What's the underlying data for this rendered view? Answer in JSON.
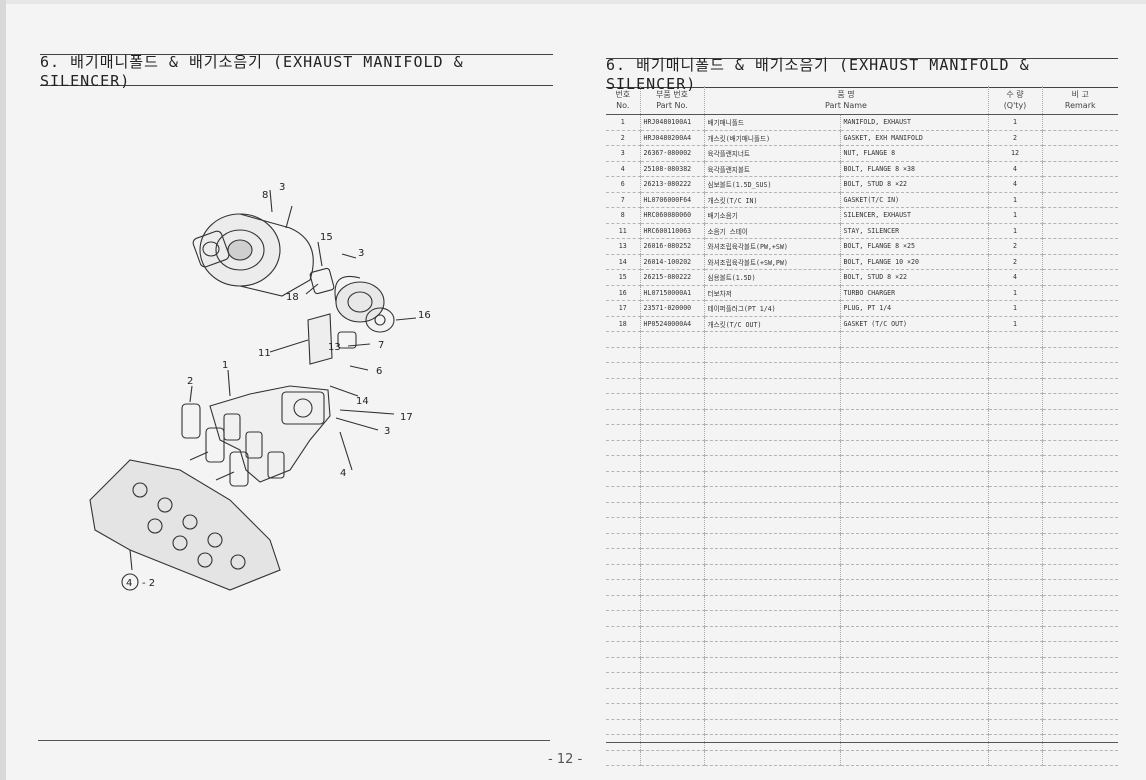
{
  "page_title": "6. 배기매니폴드 & 배기소음기 (EXHAUST MANIFOLD & SILENCER)",
  "page_number": "- 12 -",
  "diagram": {
    "callouts": [
      "8",
      "3",
      "15",
      "3",
      "18",
      "16",
      "11",
      "13",
      "7",
      "6",
      "1",
      "2",
      "14",
      "17",
      "3",
      "4",
      "2"
    ],
    "ref_circle": "4",
    "ref_suffix": "- 2"
  },
  "table": {
    "headers": {
      "no_ko": "번호",
      "no_en": "No.",
      "part_no_ko": "부품 번호",
      "part_no_en": "Part No.",
      "name_ko": "품 명",
      "name_en": "Part Name",
      "qty_ko": "수 량",
      "qty_en": "(Q'ty)",
      "remark_ko": "비 고",
      "remark_en": "Remark"
    },
    "rows": [
      {
        "no": "1",
        "part_no": "HRJ0480100A1",
        "name_ko": "배기매니폴드",
        "name_en": "MANIFOLD, EXHAUST",
        "qty": "1"
      },
      {
        "no": "2",
        "part_no": "HRJ0480200A4",
        "name_ko": "개스킷(배기매니폴드)",
        "name_en": "GASKET, EXH MANIFOLD",
        "qty": "2"
      },
      {
        "no": "3",
        "part_no": "26367-080002",
        "name_ko": "육각플랜지너트",
        "name_en": "NUT, FLANGE 8",
        "qty": "12"
      },
      {
        "no": "4",
        "part_no": "25108-080382",
        "name_ko": "육각플랜지볼트",
        "name_en": "BOLT, FLANGE 8 ×38",
        "qty": "4"
      },
      {
        "no": "6",
        "part_no": "26213-080222",
        "name_ko": "심보볼트(1.5D_SUS)",
        "name_en": "BOLT, STUD 8 ×22",
        "qty": "4"
      },
      {
        "no": "7",
        "part_no": "HL0706000F64",
        "name_ko": "개스킷(T/C IN)",
        "name_en": "GASKET(T/C IN)",
        "qty": "1"
      },
      {
        "no": "8",
        "part_no": "HRC060080060",
        "name_ko": "배기소음기",
        "name_en": "SILENCER, EXHAUST",
        "qty": "1"
      },
      {
        "no": "11",
        "part_no": "HRC600110063",
        "name_ko": "소음기 스테이",
        "name_en": "STAY, SILENCER",
        "qty": "1"
      },
      {
        "no": "13",
        "part_no": "26016-080252",
        "name_ko": "와셔조립육각볼트(PW,+SW)",
        "name_en": "BOLT, FLANGE 8 ×25",
        "qty": "2"
      },
      {
        "no": "14",
        "part_no": "26014-100202",
        "name_ko": "와셔조립육각볼트(+SW,PW)",
        "name_en": "BOLT, FLANGE 10 ×20",
        "qty": "2"
      },
      {
        "no": "15",
        "part_no": "26215-080222",
        "name_ko": "심용볼트(1.5D)",
        "name_en": "BOLT, STUD 8 ×22",
        "qty": "4"
      },
      {
        "no": "16",
        "part_no": "HL07150000A1",
        "name_ko": "터보차저",
        "name_en": "TURBO CHARGER",
        "qty": "1"
      },
      {
        "no": "17",
        "part_no": "23571-020000",
        "name_ko": "테이퍼플러그(PT 1/4)",
        "name_en": "PLUG, PT 1/4",
        "qty": "1"
      },
      {
        "no": "18",
        "part_no": "HP05240000A4",
        "name_ko": "개스킷(T/C OUT)",
        "name_en": "GASKET (T/C OUT)",
        "qty": "1"
      }
    ],
    "blank_row_count": 28
  }
}
